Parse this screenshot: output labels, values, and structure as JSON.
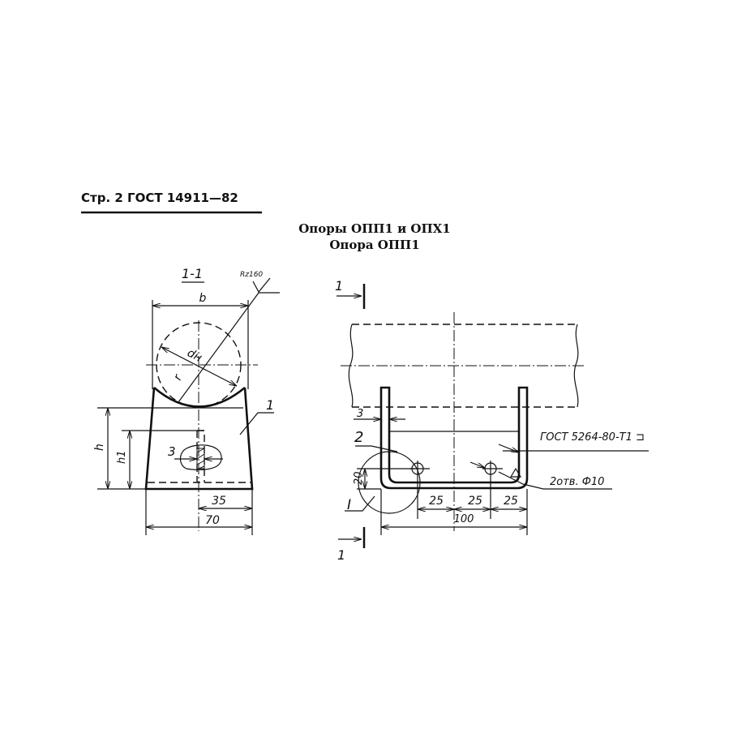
{
  "header": {
    "page_ref": "Стр. 2 ГОСТ 14911—82"
  },
  "title": {
    "line1": "Опоры ОПП1 и ОПХ1",
    "line2": "Опора ОПП1"
  },
  "section_view": {
    "section_label": "1-1",
    "roughness": "Rz160",
    "dim_b": "b",
    "dim_dn": "dн",
    "dim_r": "r",
    "dim_h": "h",
    "dim_h1": "h1",
    "dim_3": "3",
    "part_1": "1",
    "dim_35": "35",
    "dim_70": "70"
  },
  "front_view": {
    "cut_top": "1",
    "cut_bottom": "1",
    "dim_3": "3",
    "part_2": "2",
    "weld_note": "ГОСТ 5264-80-Т1 ⊐",
    "holes_note": "2отв. Ф10",
    "dim_20": "20",
    "detail_I": "I",
    "dim_25_a": "25",
    "dim_25_b": "25",
    "dim_25_c": "25",
    "dim_100": "100"
  }
}
